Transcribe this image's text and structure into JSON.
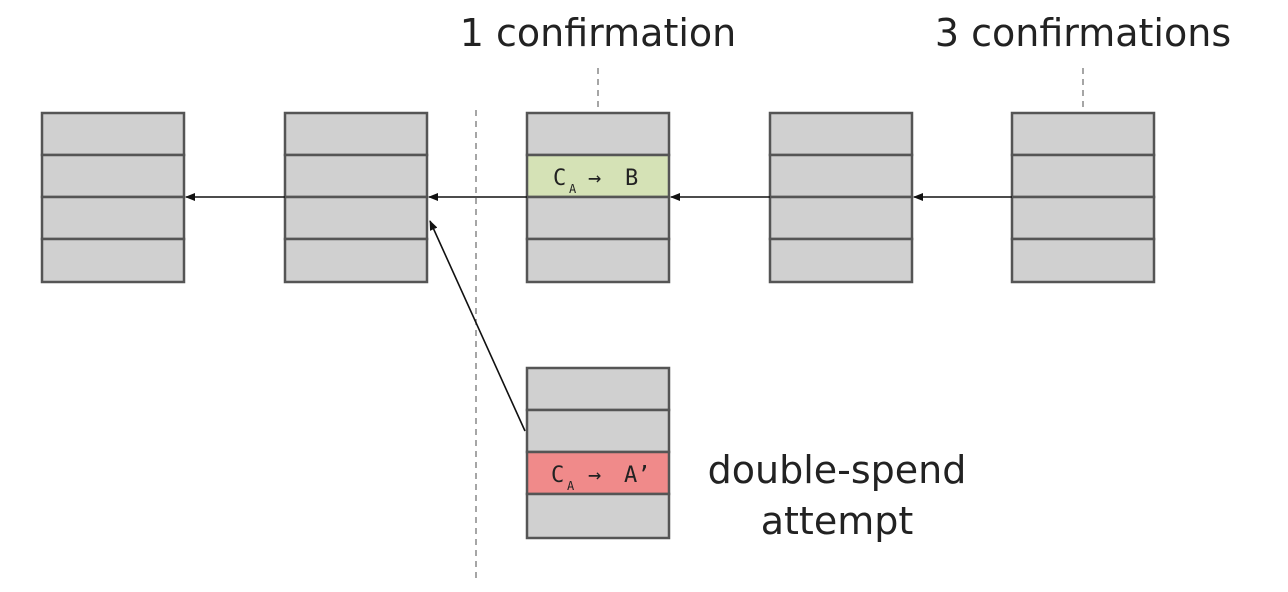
{
  "labels": {
    "one_confirmation": "1 confirmation",
    "three_confirmations": "3 confirmations",
    "double_spend_line1": "double-spend",
    "double_spend_line2": "attempt"
  },
  "transactions": {
    "honest": {
      "from": "C",
      "from_subscript": "A",
      "arrow": "→",
      "to": "B",
      "color": "#d5e2b6"
    },
    "double_spend": {
      "from": "C",
      "from_subscript": "A",
      "arrow": "→",
      "to": "A’",
      "color": "#f08a8a"
    }
  },
  "colors": {
    "block_fill": "#d0d0d0",
    "block_border": "#555555",
    "link": "#111111",
    "guide": "#777777"
  }
}
